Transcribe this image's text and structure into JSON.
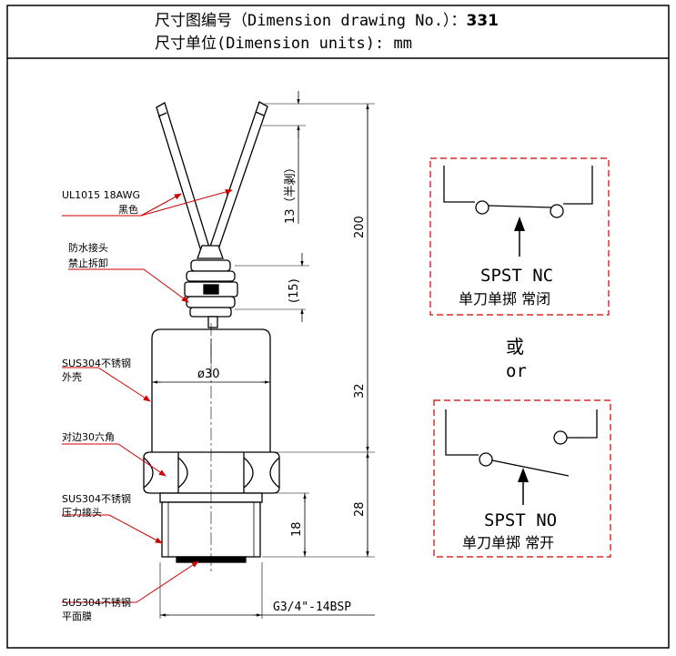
{
  "header": {
    "line1_prefix": "尺寸图编号（Dimension drawing No.）：",
    "drawing_no": "331",
    "line2": "尺寸单位(Dimension units): mm"
  },
  "labels": {
    "cable_spec": "UL1015 18AWG",
    "cable_color": "黑色",
    "gland_line1": "防水接头",
    "gland_line2": "禁止拆卸",
    "housing_line1": "SUS304不锈钢",
    "housing_line2": "外壳",
    "hex": "对边30六角",
    "fitting_line1": "SUS304不锈钢",
    "fitting_line2": "压力接头",
    "diaphragm_line1": "SUS304不锈钢",
    "diaphragm_line2": "平面膜"
  },
  "dimensions": {
    "strip": "13（半剥）",
    "gland": "(15)",
    "total": "200",
    "diameter": "ø30",
    "body": "32",
    "fitting": "28",
    "thread_len": "18",
    "thread": "G3/4\"-14BSP"
  },
  "switch_nc": {
    "name": "SPST  NC",
    "desc": "单刀单掷 常闭"
  },
  "or_cn": "或",
  "or_en": "or",
  "switch_no": {
    "name": "SPST  NO",
    "desc": "单刀单掷 常开"
  },
  "colors": {
    "line": "#000000",
    "leader": "#cc0000",
    "dashed_box": "#cc0000",
    "border": "#000000"
  }
}
